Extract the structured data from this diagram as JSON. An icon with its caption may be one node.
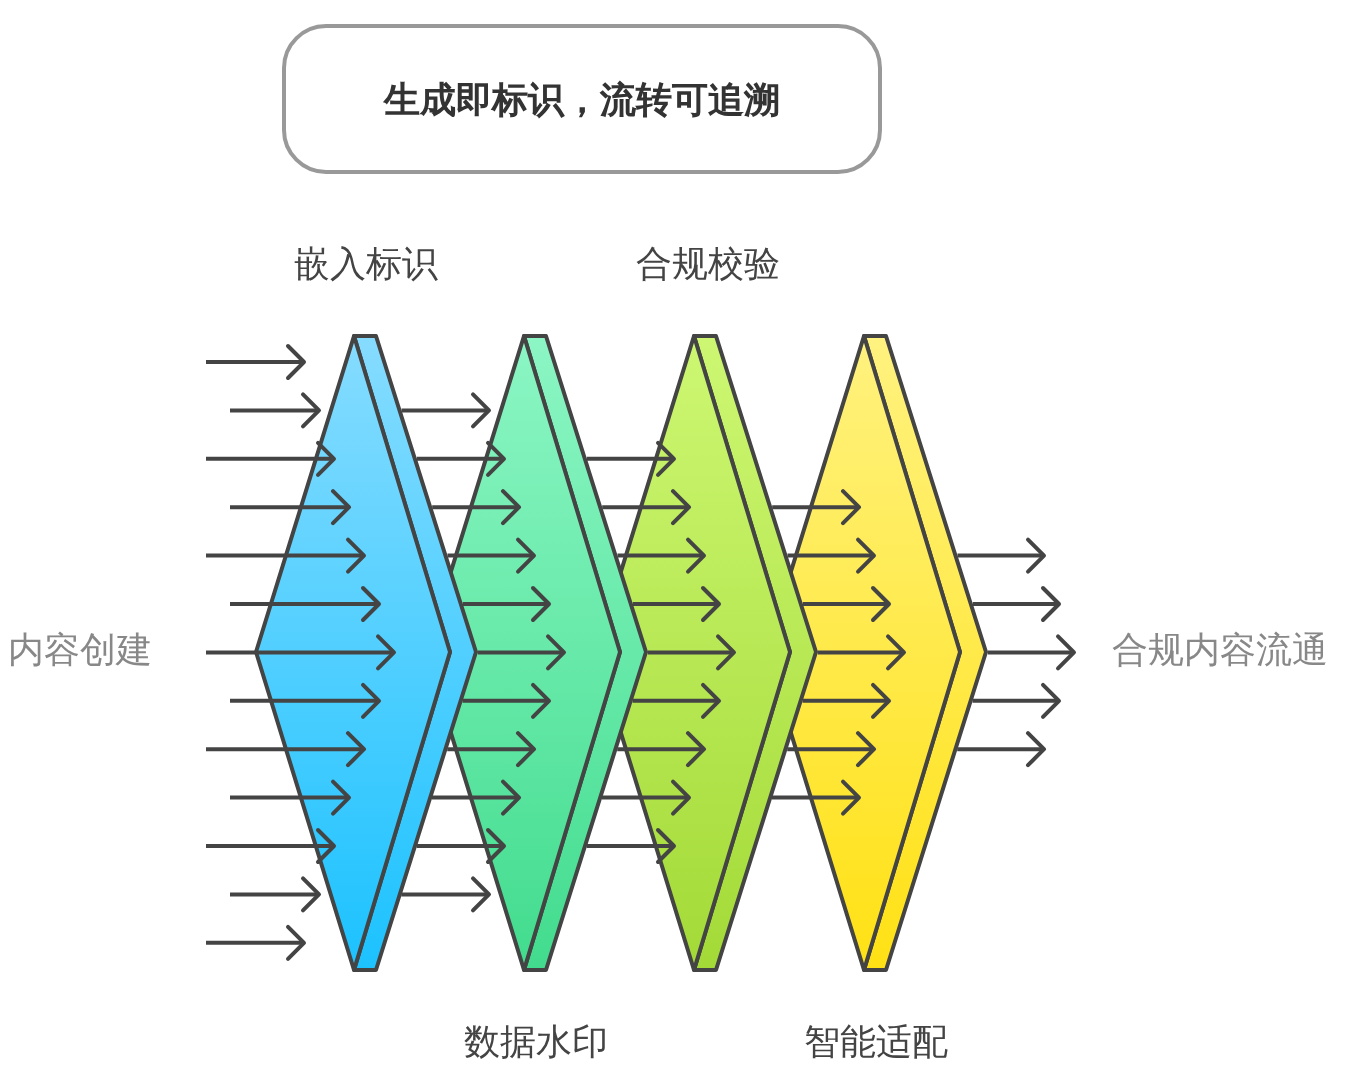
{
  "diagram": {
    "title": "生成即标识，流转可追溯",
    "nodes": [
      {
        "text": [],
        "shape": "diamond",
        "beside": [
          "嵌入标识"
        ]
      },
      {
        "text": [],
        "shape": "diamond",
        "beside": [
          "数据水印"
        ]
      },
      {
        "text": [],
        "shape": "diamond",
        "beside": [
          "合规校验"
        ]
      },
      {
        "text": [],
        "shape": "diamond",
        "beside": [
          "智能适配"
        ]
      }
    ],
    "edges": [
      {
        "from": null,
        "to": 0,
        "arrow": "to"
      },
      {
        "from": null,
        "to": 0,
        "arrow": "to"
      },
      {
        "from": null,
        "to": 0,
        "arrow": "to"
      },
      {
        "from": null,
        "to": 0,
        "arrow": "to"
      },
      {
        "from": null,
        "to": 0,
        "arrow": "to"
      },
      {
        "from": null,
        "to": 0,
        "arrow": "to"
      },
      {
        "from": null,
        "to": 0,
        "arrow": "to"
      },
      {
        "from": null,
        "to": 0,
        "arrow": "to"
      },
      {
        "from": null,
        "to": 0,
        "arrow": "to"
      },
      {
        "from": null,
        "to": 0,
        "arrow": "to"
      },
      {
        "from": null,
        "to": 0,
        "arrow": "to"
      },
      {
        "from": null,
        "to": 0,
        "arrow": "to"
      },
      {
        "from": null,
        "to": 0,
        "arrow": "to"
      },
      {
        "from": 0,
        "to": 1,
        "arrow": "to"
      },
      {
        "from": 0,
        "to": 1,
        "arrow": "to"
      },
      {
        "from": 0,
        "to": 1,
        "arrow": "to"
      },
      {
        "from": 0,
        "to": 1,
        "arrow": "to"
      },
      {
        "from": 0,
        "to": 1,
        "arrow": "to"
      },
      {
        "from": 0,
        "to": 1,
        "arrow": "to"
      },
      {
        "from": 0,
        "to": 1,
        "arrow": "to"
      },
      {
        "from": 0,
        "to": 1,
        "arrow": "to"
      },
      {
        "from": 0,
        "to": 1,
        "arrow": "to"
      },
      {
        "from": 0,
        "to": 1,
        "arrow": "to"
      },
      {
        "from": 0,
        "to": 1,
        "arrow": "to"
      },
      {
        "from": 1,
        "to": 2,
        "arrow": "to"
      },
      {
        "from": 1,
        "to": 2,
        "arrow": "to"
      },
      {
        "from": 1,
        "to": 2,
        "arrow": "to"
      },
      {
        "from": 1,
        "to": 2,
        "arrow": "to"
      },
      {
        "from": 1,
        "to": 2,
        "arrow": "to"
      },
      {
        "from": 1,
        "to": 2,
        "arrow": "to"
      },
      {
        "from": 1,
        "to": 2,
        "arrow": "to"
      },
      {
        "from": 1,
        "to": 2,
        "arrow": "to"
      },
      {
        "from": 1,
        "to": 2,
        "arrow": "to"
      },
      {
        "from": 2,
        "to": 3,
        "arrow": "to"
      },
      {
        "from": 2,
        "to": 3,
        "arrow": "to"
      },
      {
        "from": 2,
        "to": 3,
        "arrow": "to"
      },
      {
        "from": 2,
        "to": 3,
        "arrow": "to"
      },
      {
        "from": 2,
        "to": 3,
        "arrow": "to"
      },
      {
        "from": 2,
        "to": 3,
        "arrow": "to"
      },
      {
        "from": 2,
        "to": 3,
        "arrow": "to"
      },
      {
        "from": 3,
        "to": null,
        "arrow": "to"
      },
      {
        "from": 3,
        "to": null,
        "arrow": "to"
      },
      {
        "from": 3,
        "to": null,
        "arrow": "to"
      },
      {
        "from": 3,
        "to": null,
        "arrow": "to"
      },
      {
        "from": 3,
        "to": null,
        "arrow": "to"
      }
    ],
    "labels": [
      "内容创建",
      "合规内容流通"
    ]
  }
}
